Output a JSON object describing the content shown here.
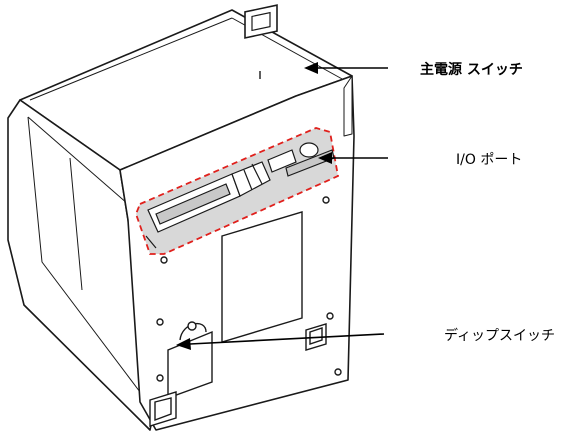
{
  "labels": {
    "main_power_switch": "主電源 スイッチ",
    "io_port": "I/O ポート",
    "dip_switch": "ディップスイッチ"
  },
  "colors": {
    "outline": "#1a1a1a",
    "highlight_dash": "#e0201c",
    "highlight_fill": "#d8d8d8"
  },
  "icons": [
    "arrow-left-icon"
  ]
}
